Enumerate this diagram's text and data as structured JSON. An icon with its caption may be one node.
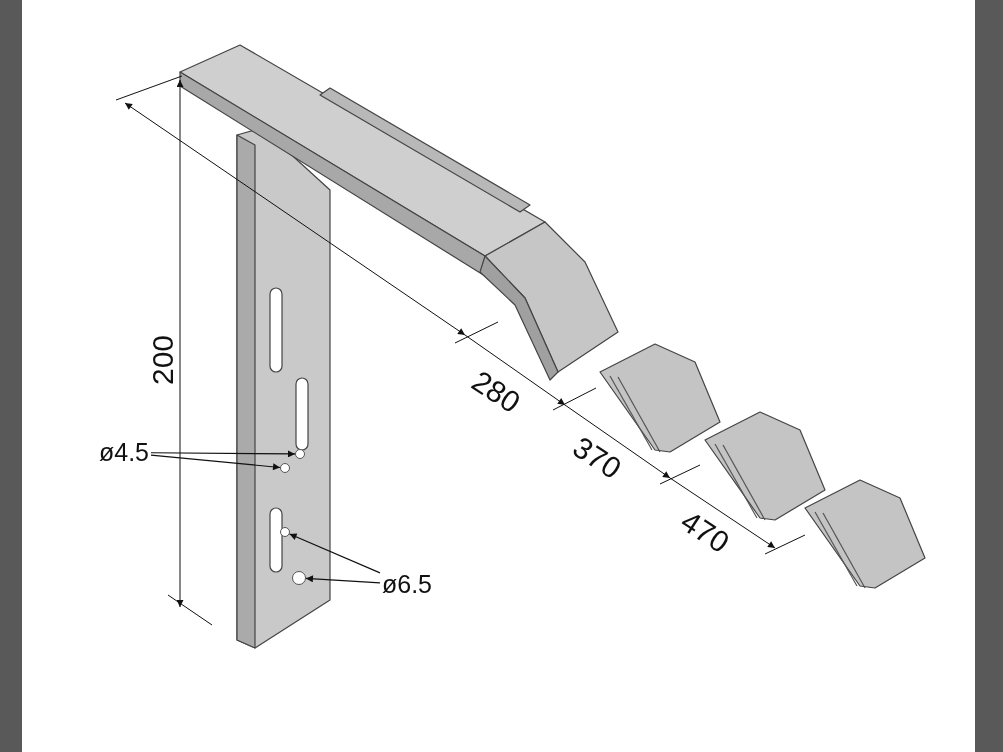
{
  "diagram": {
    "nodes": [
      {
        "text": [
          "ø4.5"
        ]
      },
      {
        "text": [],
        "shape": "circle"
      },
      {
        "text": [],
        "shape": "circle"
      },
      {
        "text": [
          "ø6.5"
        ]
      },
      {
        "text": [],
        "shape": "circle"
      },
      {
        "text": [],
        "shape": "circle"
      }
    ],
    "edges": [
      {
        "from": 0,
        "to": 1,
        "arrow": "to"
      },
      {
        "from": 0,
        "to": 2,
        "arrow": "to"
      },
      {
        "from": 3,
        "to": 4,
        "arrow": "to"
      },
      {
        "from": 3,
        "to": 5,
        "arrow": "to"
      }
    ],
    "labels": [
      "200",
      "280",
      "370",
      "470"
    ]
  }
}
